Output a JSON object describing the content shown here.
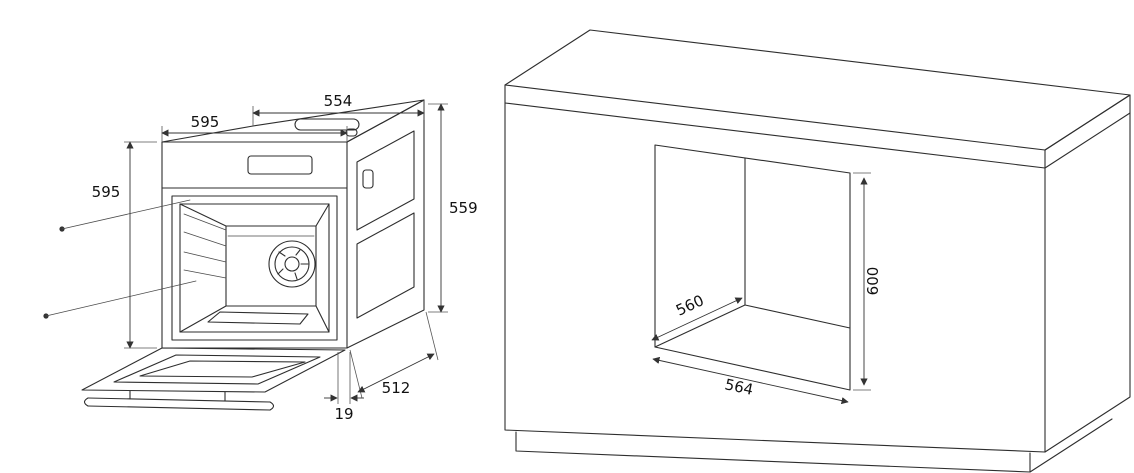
{
  "oven": {
    "top_width": "554",
    "width": "595",
    "height": "595",
    "side_height": "559",
    "depth": "512",
    "door_gap": "19"
  },
  "niche": {
    "depth": "560",
    "width": "564",
    "height": "600"
  }
}
